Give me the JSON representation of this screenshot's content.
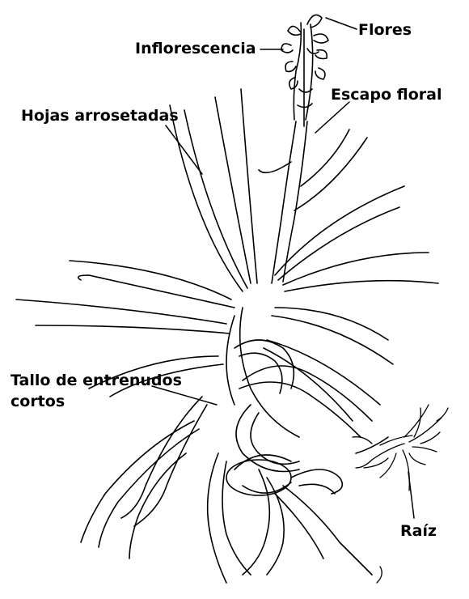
{
  "labels": {
    "flores": "Flores",
    "inflorescencia": "Inflorescencia",
    "escapo": "Escapo floral",
    "hojas": "Hojas arrosetadas",
    "tallo_line1": "Tallo de entrenudos",
    "tallo_line2": "cortos",
    "raiz": "Raíz"
  },
  "colors": {
    "ink": "#000000",
    "background": "#ffffff"
  }
}
